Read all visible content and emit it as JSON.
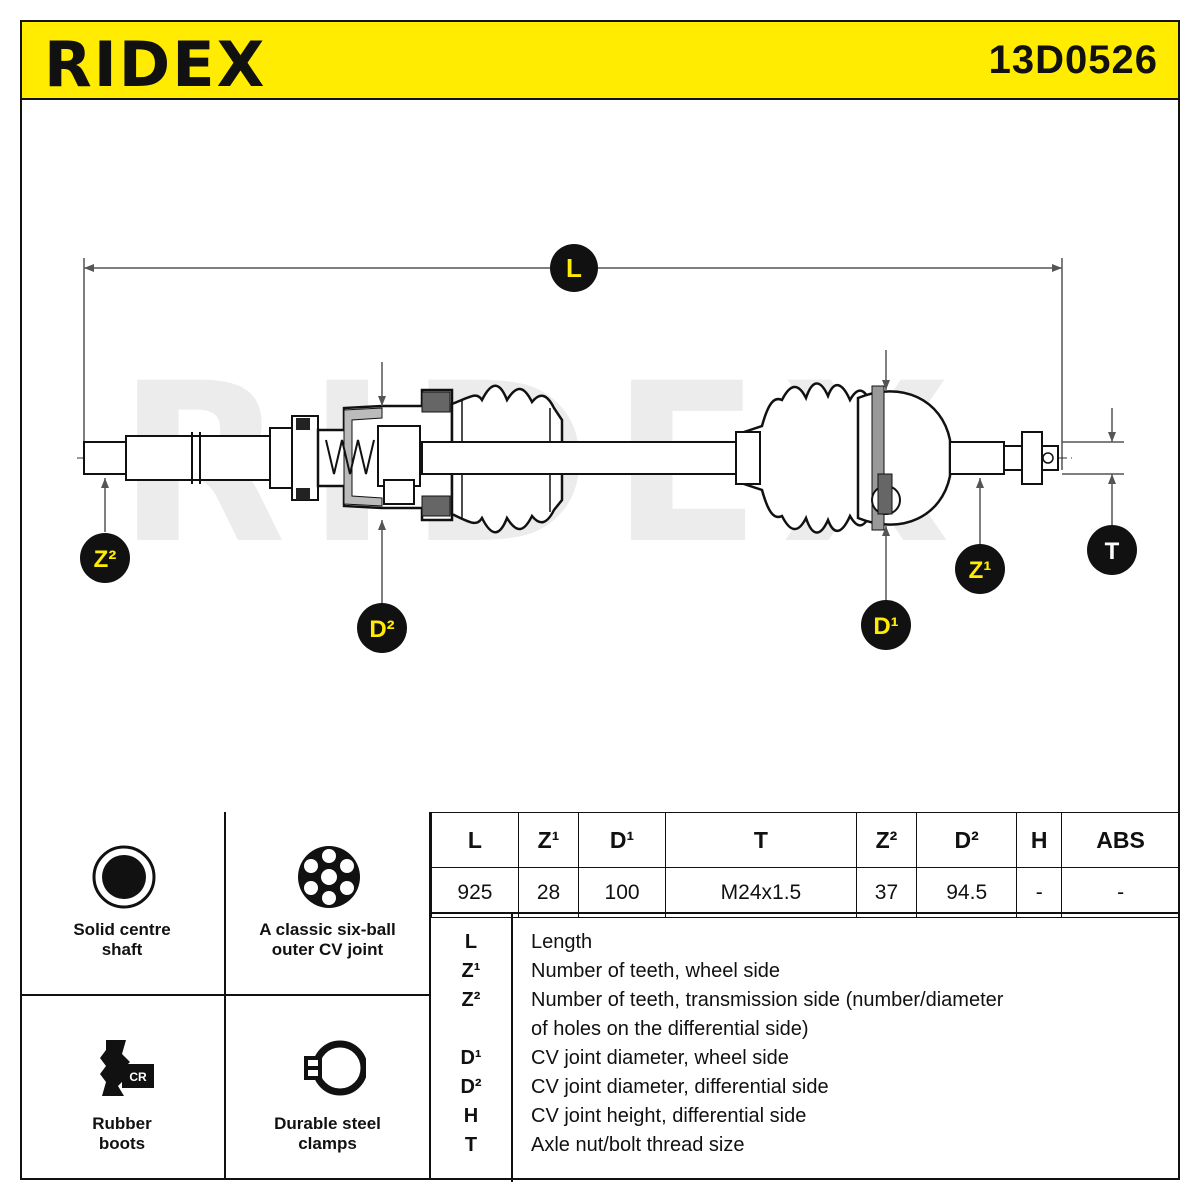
{
  "header": {
    "brand": "RIDEX",
    "part_number": "13D0526",
    "brand_color": "#ffec00"
  },
  "diagram": {
    "watermark": "RIDEX",
    "labels": {
      "L": "L",
      "Z2": "Z²",
      "D2": "D²",
      "D1": "D¹",
      "Z1": "Z¹",
      "T": "T"
    }
  },
  "features": [
    {
      "label": "Solid centre shaft",
      "icon": "solid-shaft-icon"
    },
    {
      "label": "A classic six-ball outer CV joint",
      "icon": "six-ball-joint-icon"
    },
    {
      "label": "Rubber boots",
      "icon": "rubber-boot-cr-icon"
    },
    {
      "label": "Durable steel clamps",
      "icon": "steel-clamp-icon"
    }
  ],
  "spec_table": {
    "headers": [
      "L",
      "Z¹",
      "D¹",
      "T",
      "Z²",
      "D²",
      "H",
      "ABS"
    ],
    "values": [
      "925",
      "28",
      "100",
      "M24x1.5",
      "37",
      "94.5",
      "-",
      "-"
    ]
  },
  "legend": [
    {
      "key": "L",
      "text": "Length"
    },
    {
      "key": "Z¹",
      "text": "Number of teeth, wheel side"
    },
    {
      "key": "Z²",
      "text": "Number of teeth, transmission side (number/diameter"
    },
    {
      "key": "",
      "text": "of holes on the differential side)"
    },
    {
      "key": "D¹",
      "text": "CV joint diameter, wheel side"
    },
    {
      "key": "D²",
      "text": "CV joint diameter, differential side"
    },
    {
      "key": "H",
      "text": "CV joint height, differential side"
    },
    {
      "key": "T",
      "text": "Axle nut/bolt thread size"
    }
  ]
}
